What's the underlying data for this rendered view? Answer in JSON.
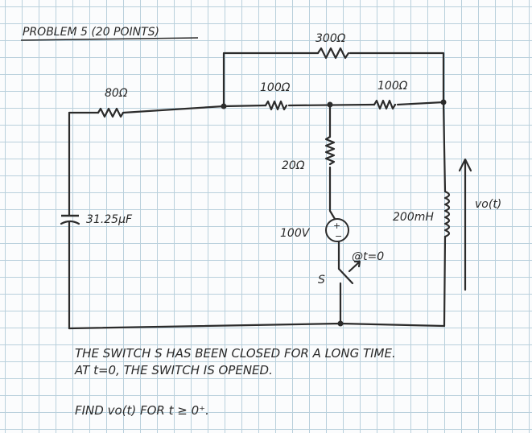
{
  "problem": {
    "title": "PROBLEM 5 (20 POINTS)"
  },
  "components": {
    "r_top": "300Ω",
    "r_left": "80Ω",
    "r_mid_left": "100Ω",
    "r_mid_right": "100Ω",
    "r_vertical": "20Ω",
    "capacitor": "31.25μF",
    "source": "100V",
    "inductor": "200mH",
    "switch_time": "@t=0",
    "switch_name": "S",
    "output_label": "vo(t)"
  },
  "notes": [
    "THE SWITCH S HAS BEEN CLOSED FOR A LONG TIME.",
    "AT t=0, THE SWITCH IS OPENED.",
    "FIND vo(t) FOR t ≥ 0⁺."
  ]
}
